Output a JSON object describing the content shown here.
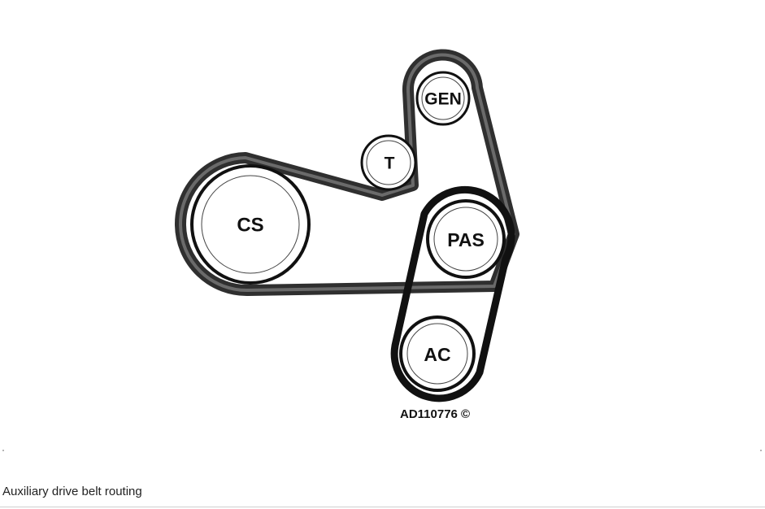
{
  "diagram": {
    "pulleys": {
      "cs": "CS",
      "t": "T",
      "gen": "GEN",
      "pas": "PAS",
      "ac": "AC"
    },
    "reference": "AD110776 ©"
  },
  "caption": "Auxiliary drive belt routing",
  "colors": {
    "belt": "#2b2b2b",
    "belt_inner": "#555555",
    "pulley_outline": "#111111"
  }
}
